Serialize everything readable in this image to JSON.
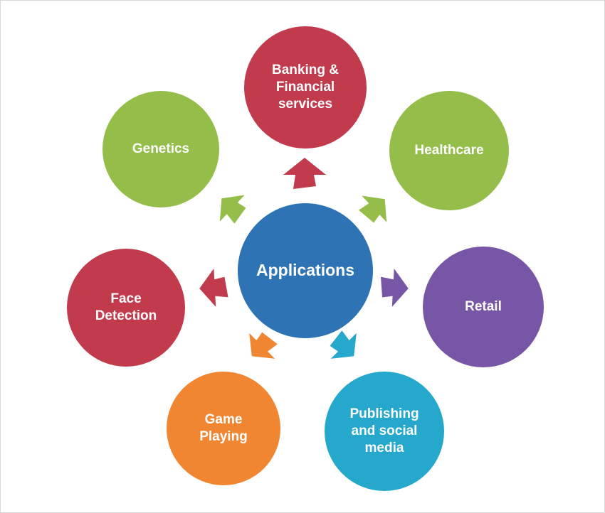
{
  "diagram": {
    "title": "Applications radial diagram",
    "center": {
      "label": "Applications",
      "color": "#2E74B5",
      "text_color": "#ffffff"
    },
    "nodes": {
      "banking": {
        "label": "Banking & Financial services",
        "lines": [
          "Banking &",
          "Financial",
          "services"
        ],
        "color": "#C23B4D",
        "position": "top"
      },
      "healthcare": {
        "label": "Healthcare",
        "lines": [
          "Healthcare"
        ],
        "color": "#94BD4A",
        "position": "top-right"
      },
      "retail": {
        "label": "Retail",
        "lines": [
          "Retail"
        ],
        "color": "#7656A5",
        "position": "right"
      },
      "publishing": {
        "label": "Publishing and social media",
        "lines": [
          "Publishing",
          "and social",
          "media"
        ],
        "color": "#25A8CB",
        "position": "bottom-right"
      },
      "game": {
        "label": "Game Playing",
        "lines": [
          "Game",
          "Playing"
        ],
        "color": "#F08632",
        "position": "bottom-left"
      },
      "face": {
        "label": "Face Detection",
        "lines": [
          "Face",
          "Detection"
        ],
        "color": "#C23B4D",
        "position": "left"
      },
      "genetics": {
        "label": "Genetics",
        "lines": [
          "Genetics"
        ],
        "color": "#94BD4A",
        "position": "top-left"
      }
    },
    "arrows": {
      "to_banking": {
        "direction": "up",
        "color": "#C23B4D"
      },
      "to_healthcare": {
        "direction": "up-right",
        "color": "#94BD4A"
      },
      "to_retail": {
        "direction": "right",
        "color": "#7656A5"
      },
      "to_publishing": {
        "direction": "down-right",
        "color": "#25A8CB"
      },
      "to_game": {
        "direction": "down-left",
        "color": "#F08632"
      },
      "to_face": {
        "direction": "left",
        "color": "#C23B4D"
      },
      "to_genetics": {
        "direction": "up-left",
        "color": "#94BD4A"
      }
    }
  }
}
